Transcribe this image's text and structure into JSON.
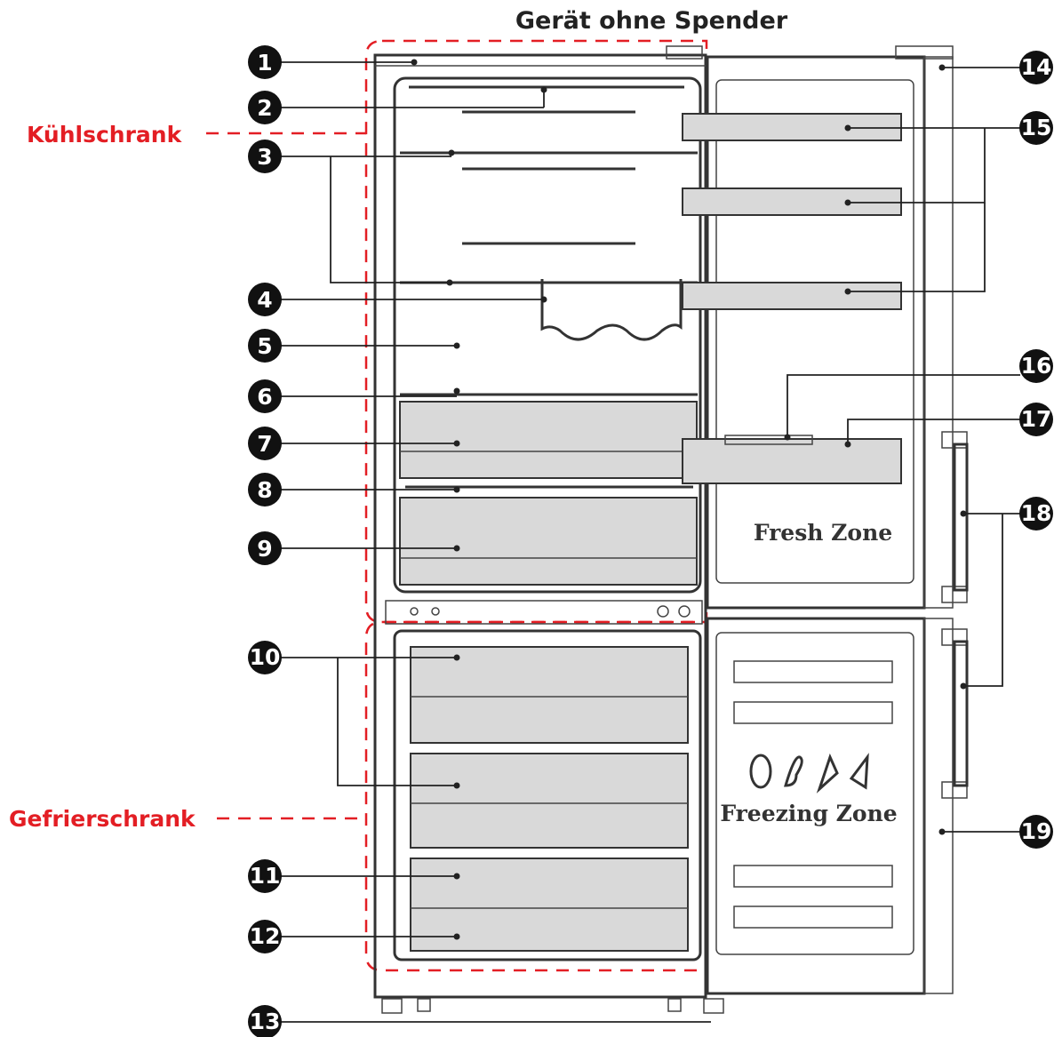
{
  "title": "Gerät ohne Spender",
  "zones": {
    "fridge": "Kühlschrank",
    "freezer": "Gefrierschrank"
  },
  "door_labels": {
    "fresh": "Fresh Zone",
    "freezing": "Freezing Zone"
  },
  "callouts": [
    "1",
    "2",
    "3",
    "4",
    "5",
    "6",
    "7",
    "8",
    "9",
    "10",
    "11",
    "12",
    "13",
    "14",
    "15",
    "16",
    "17",
    "18",
    "19"
  ],
  "colors": {
    "accent": "#e31e24",
    "line": "#222222",
    "drawer": "#d9d9d9"
  }
}
